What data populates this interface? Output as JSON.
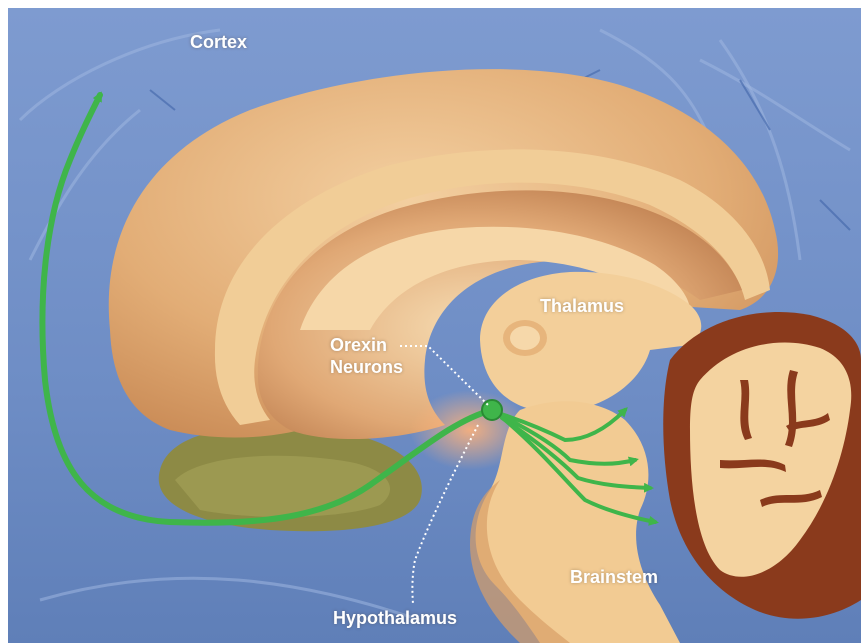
{
  "labels": {
    "cortex": "Cortex",
    "thalamus": "Thalamus",
    "orexin_line1": "Orexin",
    "orexin_line2": "Neurons",
    "brainstem": "Brainstem",
    "hypothalamus": "Hypothalamus"
  },
  "colors": {
    "background": "#6f8fc4",
    "brain_outer": "#e7b57e",
    "brain_cut": "#f4d3a0",
    "inner_shadow": "#d89d66",
    "cerebellum_dark": "#8a3a1c",
    "pathway": "#3fb54a"
  }
}
